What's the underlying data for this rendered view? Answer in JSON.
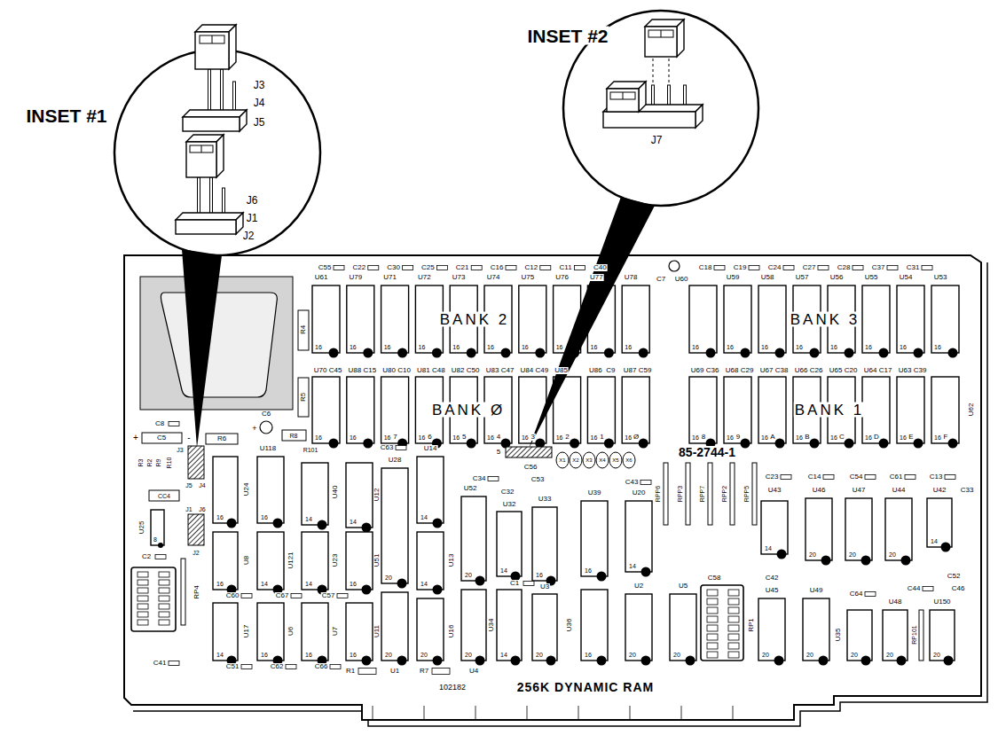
{
  "diagram": {
    "nodes": [
      {
        "text": [
          "INSET #1",
          "J3",
          "J4",
          "J5",
          "J6",
          "J1",
          "J2"
        ]
      },
      {
        "text": [
          "INSET #2",
          "J7"
        ]
      },
      {
        "text": [
          "BANK 2",
          "BANK 3",
          "BANK Ø",
          "BANK 1",
          "85-2744-1",
          "256K DYNAMIC RAM",
          "102182"
        ]
      }
    ],
    "labels": [
      "C55",
      "C22",
      "C30",
      "C25",
      "C21",
      "C16",
      "C12",
      "C11",
      "C40",
      "C18",
      "C19",
      "C24",
      "C27",
      "C28",
      "C37",
      "C31",
      "C7",
      "U60",
      "U61",
      "U79",
      "U71",
      "U72",
      "U73",
      "U74",
      "U75",
      "U76",
      "U77",
      "U78",
      "U59",
      "U58",
      "U57",
      "U56",
      "U55",
      "U54",
      "U53",
      "16",
      "16",
      "16",
      "16",
      "16",
      "16",
      "16",
      "16",
      "16",
      "16",
      "16",
      "16",
      "16",
      "16",
      "16",
      "16",
      "16",
      "16",
      "U70",
      "U88",
      "U80",
      "U81",
      "U82",
      "U83",
      "U84",
      "U85",
      "U86",
      "U87",
      "C45",
      "C15",
      "C10",
      "C48",
      "C50",
      "C47",
      "C49",
      "C9",
      "C59",
      "U69",
      "U68",
      "U67",
      "U66",
      "U65",
      "U64",
      "U63",
      "C36",
      "C29",
      "C38",
      "C26",
      "C20",
      "C17",
      "C39",
      "U62",
      "16",
      "16",
      "16",
      "16",
      "16",
      "16",
      "16",
      "16",
      "16",
      "16",
      "16",
      "16",
      "16",
      "16",
      "16",
      "16",
      "16",
      "16",
      "7",
      "6",
      "5",
      "4",
      "3",
      "2",
      "1",
      "Ø",
      "8",
      "9",
      "A",
      "B",
      "C",
      "D",
      "E",
      "F",
      "U24",
      "U8",
      "U17",
      "U118",
      "U121",
      "U6",
      "U40",
      "U23",
      "U7",
      "U12",
      "U51",
      "U11",
      "U28",
      "U1",
      "U14",
      "U13",
      "U16",
      "U52",
      "U4",
      "U32",
      "U34",
      "U33",
      "U3",
      "U39",
      "U36",
      "U20",
      "U2",
      "U5",
      "U43",
      "U46",
      "U47",
      "U44",
      "U42",
      "U45",
      "U49",
      "U35",
      "U48",
      "U150",
      "U25",
      "16",
      "16",
      "14",
      "16",
      "14",
      "16",
      "14",
      "14",
      "16",
      "14",
      "16",
      "16",
      "20",
      "20",
      "14",
      "14",
      "20",
      "20",
      "20",
      "14",
      "14",
      "16",
      "20",
      "16",
      "16",
      "14",
      "20",
      "20",
      "14",
      "20",
      "20",
      "20",
      "14",
      "20",
      "20",
      "20",
      "20",
      "20",
      "8",
      "C8",
      "+",
      "C5",
      "-",
      "C6",
      "+",
      "R6",
      "R4",
      "R5",
      "R8",
      "R101",
      "C63",
      "C34",
      "C32",
      "5",
      "C56",
      "C53",
      "X1",
      "X2",
      "X3",
      "X4",
      "X5",
      "X6",
      "C43",
      "RPP6",
      "RPP3",
      "RPP7",
      "RPP2",
      "RPP5",
      "C23",
      "C14",
      "C54",
      "C61",
      "C13",
      "C33",
      "C42",
      "C64",
      "C44",
      "C46",
      "C52",
      "RP101",
      "C58",
      "RP1",
      "C1",
      "R1",
      "R7",
      "C51",
      "C62",
      "C66",
      "C41",
      "C60",
      "C67",
      "C57",
      "C2",
      "RP4",
      "CC4",
      "R3",
      "R2",
      "R9",
      "R10",
      "J3",
      "J5",
      "J4",
      "J1",
      "J6",
      "J2"
    ]
  }
}
